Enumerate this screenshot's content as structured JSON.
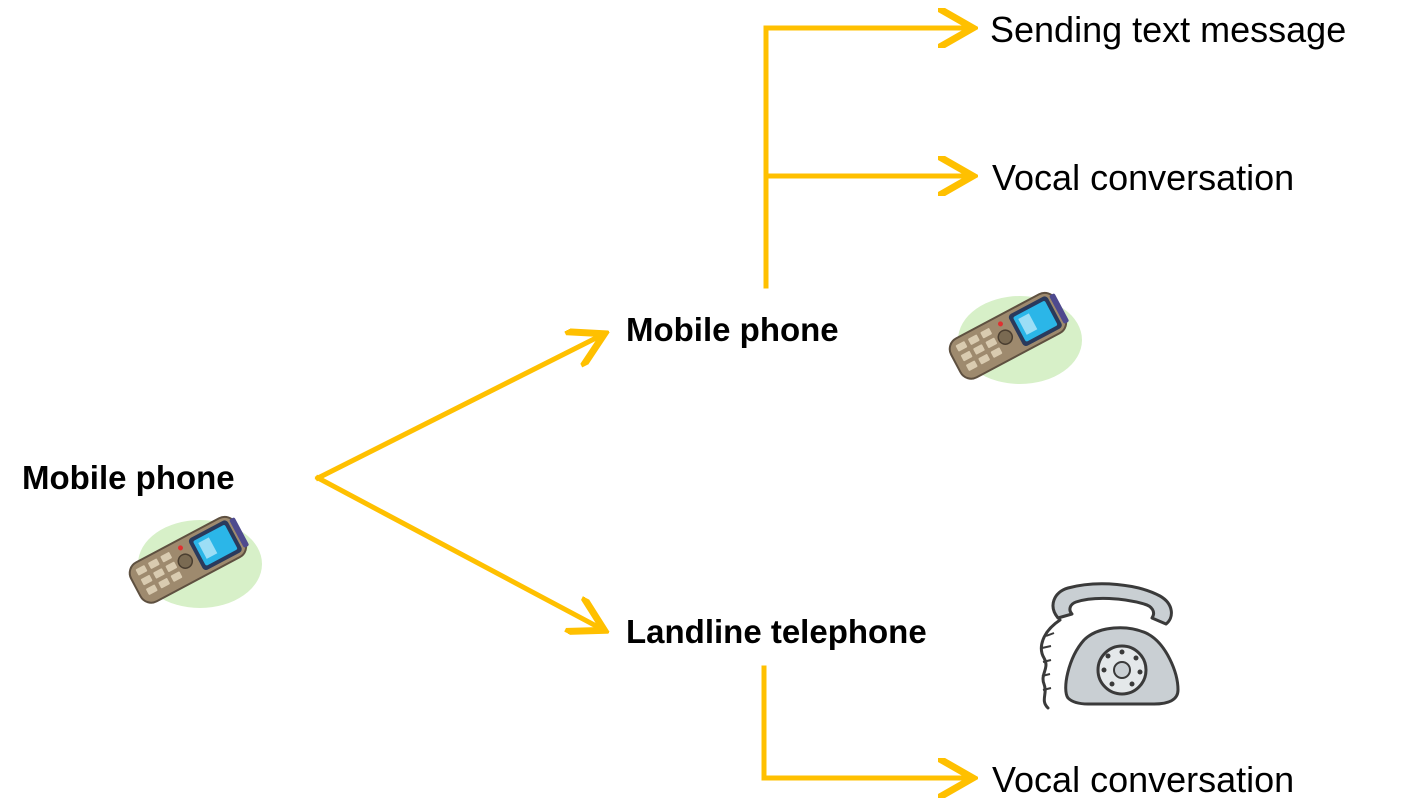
{
  "diagram": {
    "root": {
      "label": "Mobile phone",
      "icon": "mobile-phone-icon"
    },
    "branches": [
      {
        "label": "Mobile phone",
        "icon": "mobile-phone-icon",
        "uses": [
          "Sending text message",
          "Vocal conversation"
        ]
      },
      {
        "label": "Landline telephone",
        "icon": "landline-telephone-icon",
        "uses": [
          "Vocal conversation"
        ]
      }
    ],
    "colors": {
      "arrow": "#FFC000",
      "phone_body": "#9E8A6E",
      "phone_screen": "#2BB6E8",
      "backdrop": "#D7F0C8",
      "landline_body": "#C9CFD3"
    }
  }
}
